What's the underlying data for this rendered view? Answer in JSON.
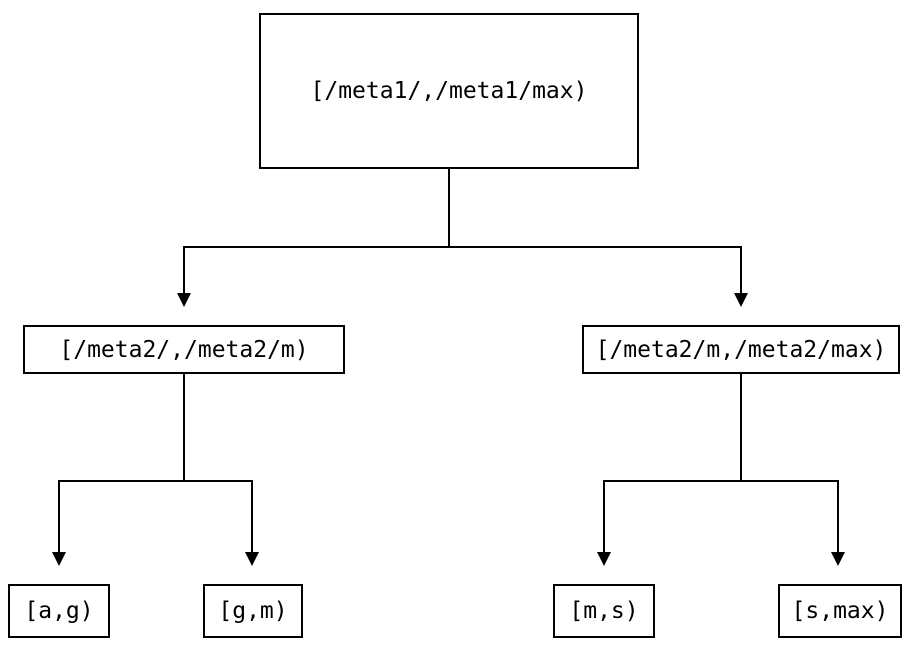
{
  "diagram": {
    "type": "tree",
    "background_color": "#ffffff",
    "line_color": "#000000",
    "text_color": "#000000",
    "nodes": {
      "root": {
        "label": "[/meta1/,/meta1/max)"
      },
      "meta2_left": {
        "label": "[/meta2/,/meta2/m)"
      },
      "meta2_right": {
        "label": "[/meta2/m,/meta2/max)"
      },
      "leaf_ag": {
        "label": "[a,g)"
      },
      "leaf_gm": {
        "label": "[g,m)"
      },
      "leaf_ms": {
        "label": "[m,s)"
      },
      "leaf_smax": {
        "label": "[s,max)"
      }
    },
    "hierarchy": [
      {
        "parent": "root",
        "children": [
          "meta2_left",
          "meta2_right"
        ]
      },
      {
        "parent": "meta2_left",
        "children": [
          "leaf_ag",
          "leaf_gm"
        ]
      },
      {
        "parent": "meta2_right",
        "children": [
          "leaf_ms",
          "leaf_smax"
        ]
      }
    ]
  }
}
